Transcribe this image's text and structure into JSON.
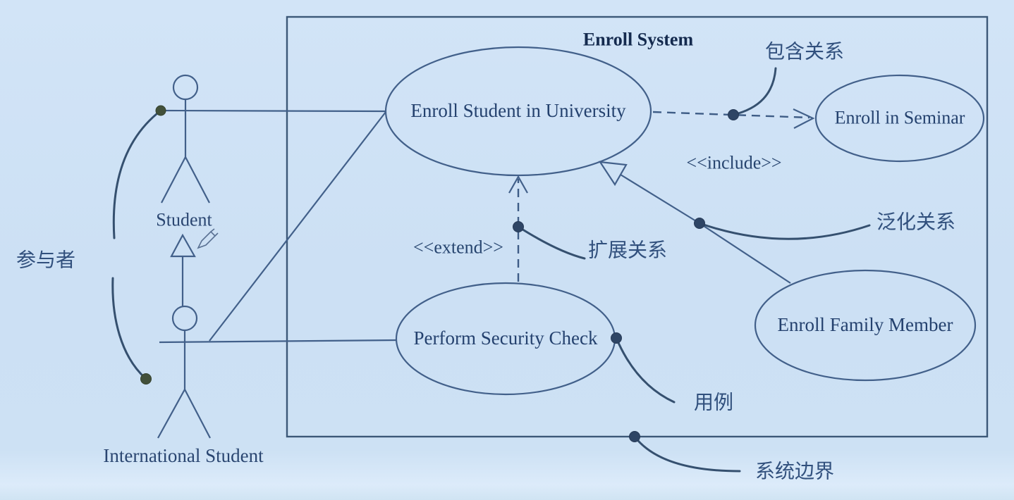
{
  "diagram": {
    "title": "Enroll System",
    "actors": [
      {
        "name": "Student"
      },
      {
        "name": "International Student"
      }
    ],
    "use_cases": [
      {
        "name": "Enroll Student in University"
      },
      {
        "name": "Enroll in Seminar"
      },
      {
        "name": "Perform Security Check"
      },
      {
        "name": "Enroll Family Member"
      }
    ],
    "stereotypes": {
      "include": "<<include>>",
      "extend": "<<extend>>"
    },
    "callouts": {
      "actor": "参与者",
      "include_relationship": "包含关系",
      "extend_relationship": "扩展关系",
      "generalization_relationship": "泛化关系",
      "use_case": "用例",
      "system_boundary": "系统边界"
    },
    "colors": {
      "background": "#cde1f4",
      "line": "#42608a",
      "text": "#24416e",
      "title_text": "#142a4e",
      "callout_line": "#35506f",
      "dot_actor_side": "#42503a",
      "dot_system_side": "#2e4565"
    }
  }
}
